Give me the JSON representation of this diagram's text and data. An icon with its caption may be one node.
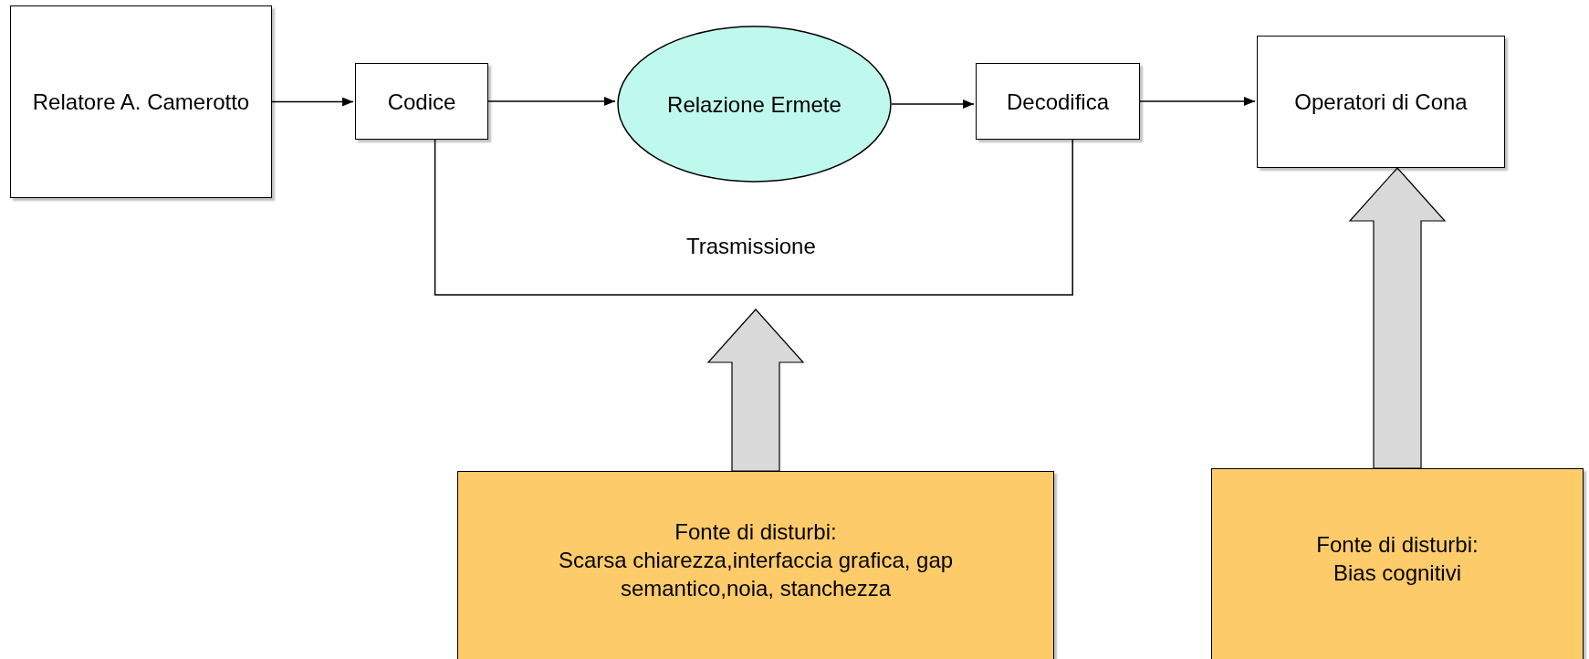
{
  "diagram": {
    "nodes": [
      {
        "text": [
          "Relatore A. Camerotto"
        ]
      },
      {
        "text": [
          "Codice"
        ]
      },
      {
        "text": [
          "Relazione Ermete"
        ]
      },
      {
        "text": [
          "Decodifica"
        ]
      },
      {
        "text": [
          "Operatori di Cona"
        ]
      },
      {
        "text": [
          "Fonte di disturbi:",
          "Scarsa chiarezza,interfaccia grafica, gap semantico,noia, stanchezza"
        ]
      },
      {
        "text": [
          "Fonte di disturbi:",
          "Bias cognitivi"
        ]
      }
    ],
    "edges": [
      {
        "from": 0,
        "to": 1,
        "arrow": "to"
      },
      {
        "from": 1,
        "to": 2,
        "arrow": "to"
      },
      {
        "from": 2,
        "to": 3,
        "arrow": "to"
      },
      {
        "from": 3,
        "to": 4,
        "arrow": "to"
      },
      {
        "from": 1,
        "to": 3,
        "arrow": "none",
        "label": "Trasmissione"
      },
      {
        "from": 5,
        "to": null,
        "arrow": "to",
        "style": "thick",
        "color": "#d9d9d9"
      },
      {
        "from": 6,
        "to": 4,
        "arrow": "to",
        "style": "thick",
        "color": "#d9d9d9"
      }
    ]
  }
}
